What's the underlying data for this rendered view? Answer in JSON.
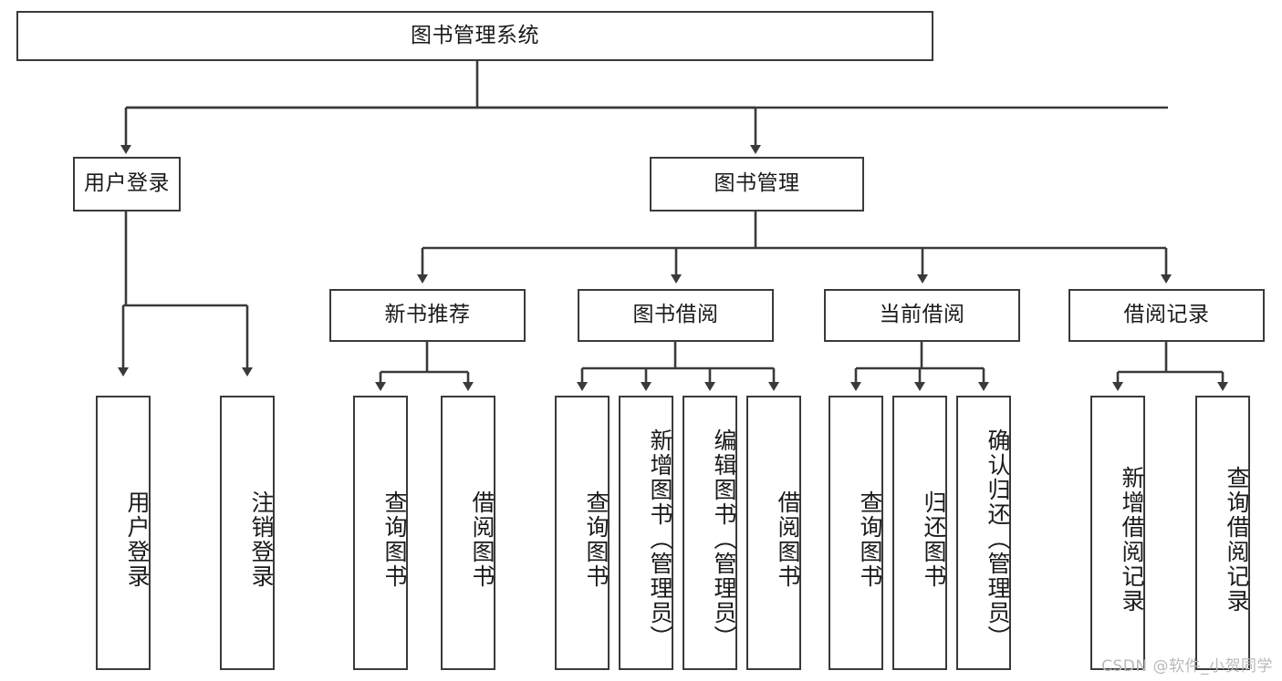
{
  "diagram": {
    "type": "tree-hierarchy",
    "title": "图书管理系统",
    "root": {
      "id": "root",
      "label": "图书管理系统"
    },
    "level2": [
      {
        "id": "user-login",
        "label": "用户登录"
      },
      {
        "id": "book-manage",
        "label": "图书管理"
      }
    ],
    "level3": [
      {
        "id": "new-book-recommend",
        "label": "新书推荐",
        "parent": "book-manage"
      },
      {
        "id": "book-borrow",
        "label": "图书借阅",
        "parent": "book-manage"
      },
      {
        "id": "current-borrow",
        "label": "当前借阅",
        "parent": "book-manage"
      },
      {
        "id": "borrow-record",
        "label": "借阅记录",
        "parent": "book-manage"
      }
    ],
    "leaves": [
      {
        "id": "leaf-user-login",
        "label": "用户登录",
        "parent": "user-login"
      },
      {
        "id": "leaf-user-logout",
        "label": "注销登录",
        "parent": "user-login"
      },
      {
        "id": "leaf-query-book-1",
        "label": "查询图书",
        "parent": "new-book-recommend"
      },
      {
        "id": "leaf-borrow-book-1",
        "label": "借阅图书",
        "parent": "new-book-recommend"
      },
      {
        "id": "leaf-query-book-2",
        "label": "查询图书",
        "parent": "book-borrow"
      },
      {
        "id": "leaf-add-book",
        "label": "新增图书（管理员）",
        "parent": "book-borrow"
      },
      {
        "id": "leaf-edit-book",
        "label": "编辑图书（管理员）",
        "parent": "book-borrow"
      },
      {
        "id": "leaf-borrow-book-2",
        "label": "借阅图书",
        "parent": "book-borrow"
      },
      {
        "id": "leaf-query-book-3",
        "label": "查询图书",
        "parent": "current-borrow"
      },
      {
        "id": "leaf-return-book",
        "label": "归还图书",
        "parent": "current-borrow"
      },
      {
        "id": "leaf-confirm-return",
        "label": "确认归还（管理员）",
        "parent": "current-borrow"
      },
      {
        "id": "leaf-add-record",
        "label": "新增借阅记录",
        "parent": "borrow-record"
      },
      {
        "id": "leaf-query-record",
        "label": "查询借阅记录",
        "parent": "borrow-record"
      }
    ],
    "colors": {
      "stroke": "#3a3a3a",
      "fill": "#ffffff",
      "text": "#1a1a1a",
      "watermark": "#b9b9b9"
    }
  },
  "watermark": {
    "text": "CSDN @软件_小贺同学"
  }
}
